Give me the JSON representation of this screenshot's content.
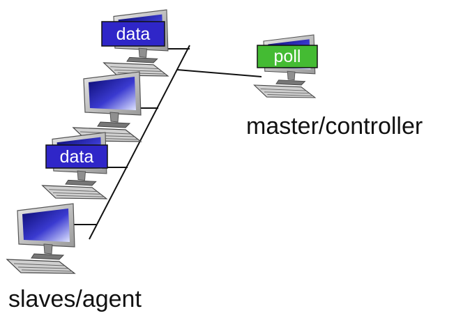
{
  "diagram": {
    "master_label": "master/controller",
    "slaves_label": "slaves/agent",
    "poll_tag": "poll",
    "data_tag_1": "data",
    "data_tag_2": "data",
    "colors": {
      "data_tag": "#2f26c8",
      "poll_tag": "#44bb33",
      "link": "#111111",
      "screen": "#1a1aa0",
      "case": "#c7c7c7"
    }
  }
}
